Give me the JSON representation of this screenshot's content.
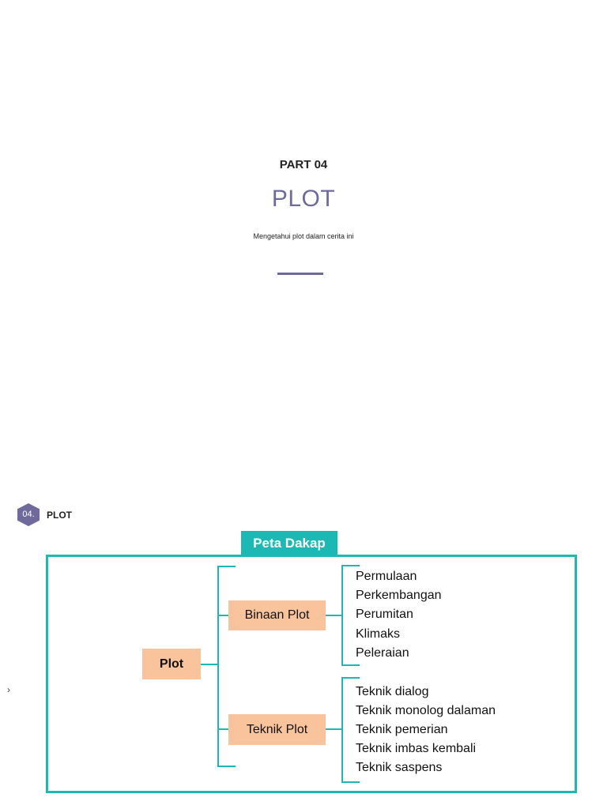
{
  "title_slide": {
    "part_label": "PART 04",
    "title": "PLOT",
    "subtitle": "Mengetahui plot dalam cerita ini",
    "accent_color": "#6e6a9c"
  },
  "content_slide": {
    "badge_number": "04.",
    "section_label": "PLOT",
    "nav_glyph": "›",
    "diagram": {
      "title": "Peta Dakap",
      "frame_color": "#1bb8b4",
      "box_color": "#f9c39b",
      "root": "Plot",
      "branches": [
        {
          "label": "Binaan Plot",
          "items": [
            "Permulaan",
            "Perkembangan",
            "Perumitan",
            "Klimaks",
            "Peleraian"
          ]
        },
        {
          "label": "Teknik Plot",
          "items": [
            "Teknik dialog",
            "Teknik monolog dalaman",
            "Teknik pemerian",
            "Teknik imbas kembali",
            "Teknik saspens"
          ]
        }
      ]
    }
  }
}
